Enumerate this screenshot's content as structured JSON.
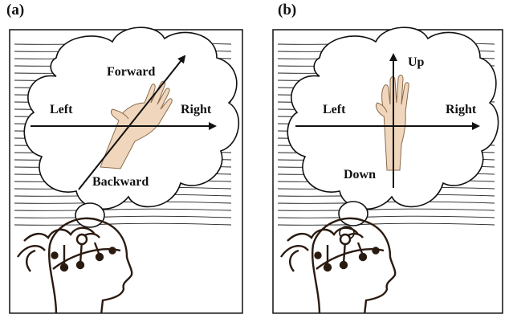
{
  "panels": [
    {
      "id": "a",
      "label": "(a)",
      "directions": {
        "forward": "Forward",
        "backward": "Backward",
        "left": "Left",
        "right": "Right"
      }
    },
    {
      "id": "b",
      "label": "(b)",
      "directions": {
        "up": "Up",
        "down": "Down",
        "left": "Left",
        "right": "Right"
      }
    }
  ],
  "colors": {
    "line": "#111111",
    "skin": "#f0d6bc",
    "skin_outline": "#8a6a4a",
    "head_outline": "#2a1a10",
    "stripes": "#222222"
  }
}
